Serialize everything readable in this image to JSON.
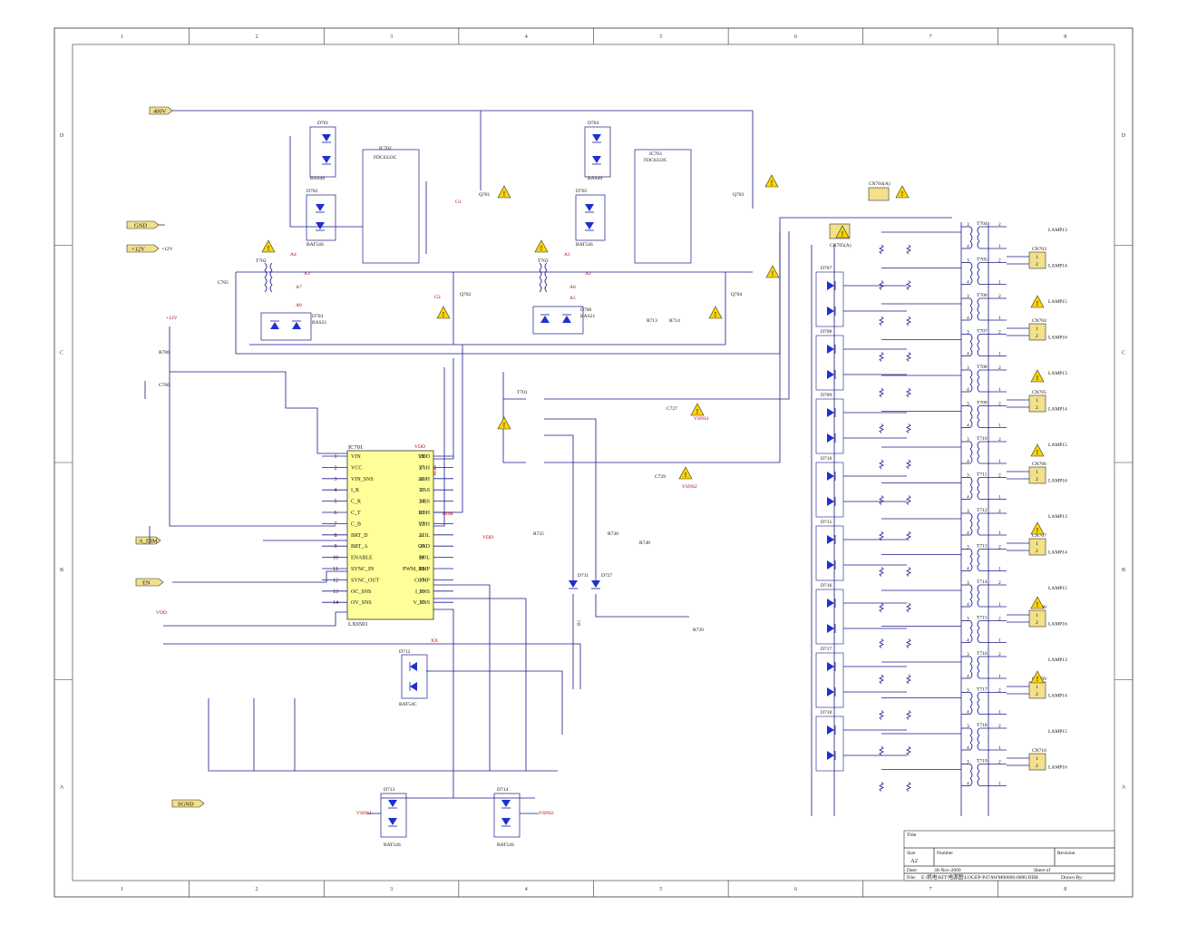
{
  "grid": {
    "columns": [
      "1",
      "2",
      "3",
      "4",
      "5",
      "6",
      "7",
      "8"
    ],
    "rows": [
      "D",
      "C",
      "B",
      "A"
    ]
  },
  "colors": {
    "wire": "#1a1a8c",
    "ic_fill": "#ffff99",
    "port_fill": "#f2e08a",
    "warn_fill": "#ffd400",
    "diode": "#1f2fd0",
    "net_label": "#b00000"
  },
  "ports": [
    {
      "label": "400V"
    },
    {
      "label": "GND"
    },
    {
      "label": "+12V"
    },
    {
      "label": "A_DIM"
    },
    {
      "label": "EN"
    },
    {
      "label": "SGND"
    }
  ],
  "ic701": {
    "ref": "IC701",
    "part": "LX6501",
    "left_pins": [
      {
        "num": "1",
        "name": "VIN"
      },
      {
        "num": "2",
        "name": "VCC"
      },
      {
        "num": "3",
        "name": "VIN_SNS"
      },
      {
        "num": "4",
        "name": "I_R"
      },
      {
        "num": "5",
        "name": "C_R"
      },
      {
        "num": "6",
        "name": "C_T"
      },
      {
        "num": "7",
        "name": "C_B"
      },
      {
        "num": "8",
        "name": "BRT_D"
      },
      {
        "num": "9",
        "name": "BRT_A"
      },
      {
        "num": "10",
        "name": "ENABLE"
      },
      {
        "num": "11",
        "name": "SYNC_IN"
      },
      {
        "num": "12",
        "name": "SYNC_OUT"
      },
      {
        "num": "13",
        "name": "OC_SNS"
      },
      {
        "num": "14",
        "name": "OV_SNS"
      }
    ],
    "right_pins": [
      {
        "num": "28",
        "name": "VDD"
      },
      {
        "num": "27",
        "name": "VAH"
      },
      {
        "num": "26",
        "name": "AOH"
      },
      {
        "num": "25",
        "name": "VAS"
      },
      {
        "num": "24",
        "name": "VBS"
      },
      {
        "num": "23",
        "name": "BOH"
      },
      {
        "num": "22",
        "name": "VBH"
      },
      {
        "num": "21",
        "name": "AOL"
      },
      {
        "num": "20",
        "name": "GND"
      },
      {
        "num": "19",
        "name": "BOL"
      },
      {
        "num": "18",
        "name": "PWM_RMP"
      },
      {
        "num": "17",
        "name": "COMP"
      },
      {
        "num": "16",
        "name": "I_SNS"
      },
      {
        "num": "15",
        "name": "V_SNS"
      }
    ]
  },
  "labels": {
    "d701": "D701",
    "d702": "D702",
    "d703": "D703",
    "d704": "D704",
    "d705": "D705",
    "d706": "D706",
    "bas40": "BAS40",
    "bas40b": "BAS40",
    "bat54s": "BAT54S",
    "bat54sb": "BAT54S",
    "bas21": "BAS21",
    "bas21b": "BAS21",
    "ic702": "IC702",
    "ic703": "IC703",
    "fdc": "FDC6333C",
    "fdcb": "FDC6333C",
    "q701": "Q701",
    "q702": "Q702",
    "q703": "Q703",
    "q704": "Q704",
    "t701": "T701",
    "t702": "T702",
    "t703": "T703",
    "cn704": "CN704(A)",
    "cn705": "CN705(A)",
    "d711": "D711",
    "d727": "D727",
    "d712": "D712",
    "bat54c": "BAT54C",
    "d713": "D713",
    "d714": "D714",
    "bat54s3": "BAT54S",
    "bat54s4": "BAT54S",
    "vsns1": "VSNS1",
    "vsns2": "VSNS2",
    "vsns1b": "VSNS1",
    "vsns2b": "VSNS2",
    "g1": "G1",
    "g2": "G2",
    "b1": "B1",
    "xx": "XX",
    "aoh": "AOH",
    "boh": "BOH",
    "a1": "A1",
    "a2": "A2",
    "a3": "A3",
    "a4": "A4",
    "a5": "A5",
    "a6": "A6",
    "a7": "A7",
    "a8": "A8",
    "vdd1": "VDD",
    "vdd2": "VDD",
    "vdd3": "VDD",
    "p12v": "+12V",
    "c705": "C705",
    "c706": "C706",
    "r706": "R706",
    "r713": "R713",
    "r714": "R714",
    "c727": "C727",
    "c729": "C729",
    "r735": "R735",
    "r738": "R738",
    "r739": "R739",
    "r748": "R748"
  },
  "right_bank": {
    "transformers": [
      "T704",
      "T705",
      "T706",
      "T707",
      "T708",
      "T709",
      "T710",
      "T711",
      "T712",
      "T713",
      "T714",
      "T715",
      "T716",
      "T717",
      "T718",
      "T719"
    ],
    "connectors": [
      "CN703",
      "CN704",
      "CN705",
      "CN706",
      "CN707",
      "CN708",
      "CN709",
      "CN710"
    ],
    "lamps": [
      "LAMP13",
      "LAMP14",
      "LAMP15",
      "LAMP16",
      "LAMP13",
      "LAMP14",
      "LAMP15",
      "LAMP16",
      "LAMP13",
      "LAMP14",
      "LAMP15",
      "LAMP16",
      "LAMP13",
      "LAMP14",
      "LAMP15",
      "LAMP16"
    ],
    "diodes": [
      "D707",
      "D708",
      "D709",
      "D710",
      "D715",
      "D716",
      "D717",
      "D718"
    ]
  },
  "title_block": {
    "title_label": "Title",
    "size_label": "Size",
    "size": "A2",
    "number_label": "Number",
    "revision_label": "Revision",
    "date_label": "Date:",
    "date": "30-Nov-2009",
    "sheet_label": "Sheet   of",
    "file_label": "File:",
    "file": "E:\\机电\\KIT\\电源图\\LOGEP-P47AWM00000-0000.DDB",
    "drawn_label": "Drawn By:"
  }
}
